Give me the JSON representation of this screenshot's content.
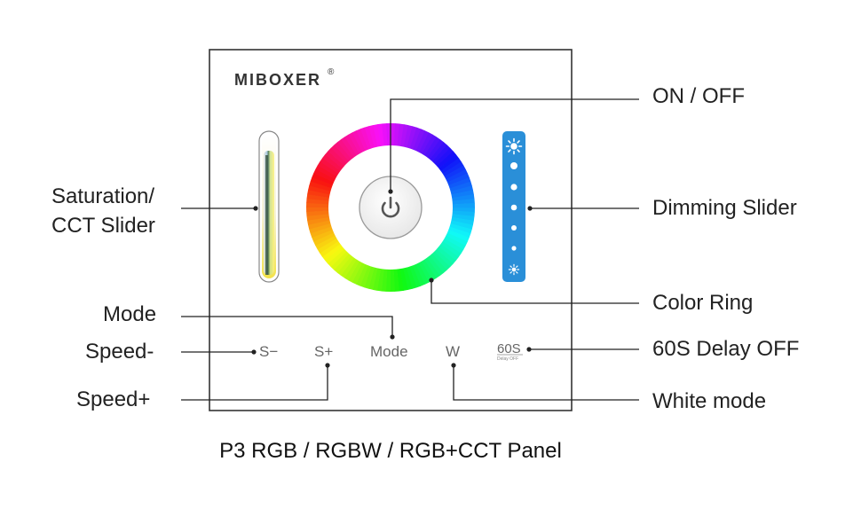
{
  "brand": {
    "name": "MIBOXER",
    "registered": "®"
  },
  "panel_buttons": {
    "speed_minus": "S−",
    "speed_plus": "S+",
    "mode": "Mode",
    "white": "W",
    "delay": "60S",
    "delay_sub": "Delay OFF"
  },
  "callouts": {
    "saturation_line1": "Saturation/",
    "saturation_line2": "CCT Slider",
    "mode": "Mode",
    "speed_minus": "Speed-",
    "speed_plus": "Speed+",
    "on_off": "ON / OFF",
    "dimming": "Dimming Slider",
    "color_ring": "Color Ring",
    "delay": "60S Delay OFF",
    "white_mode": "White mode"
  },
  "caption": "P3 RGB / RGBW / RGB+CCT Panel",
  "colors": {
    "dimming_slider": "#2a8fd8",
    "panel_border": "#333333"
  },
  "icons": {
    "power": "power-icon",
    "brightness_high": "sun-large-icon",
    "brightness_low": "sun-small-icon"
  }
}
